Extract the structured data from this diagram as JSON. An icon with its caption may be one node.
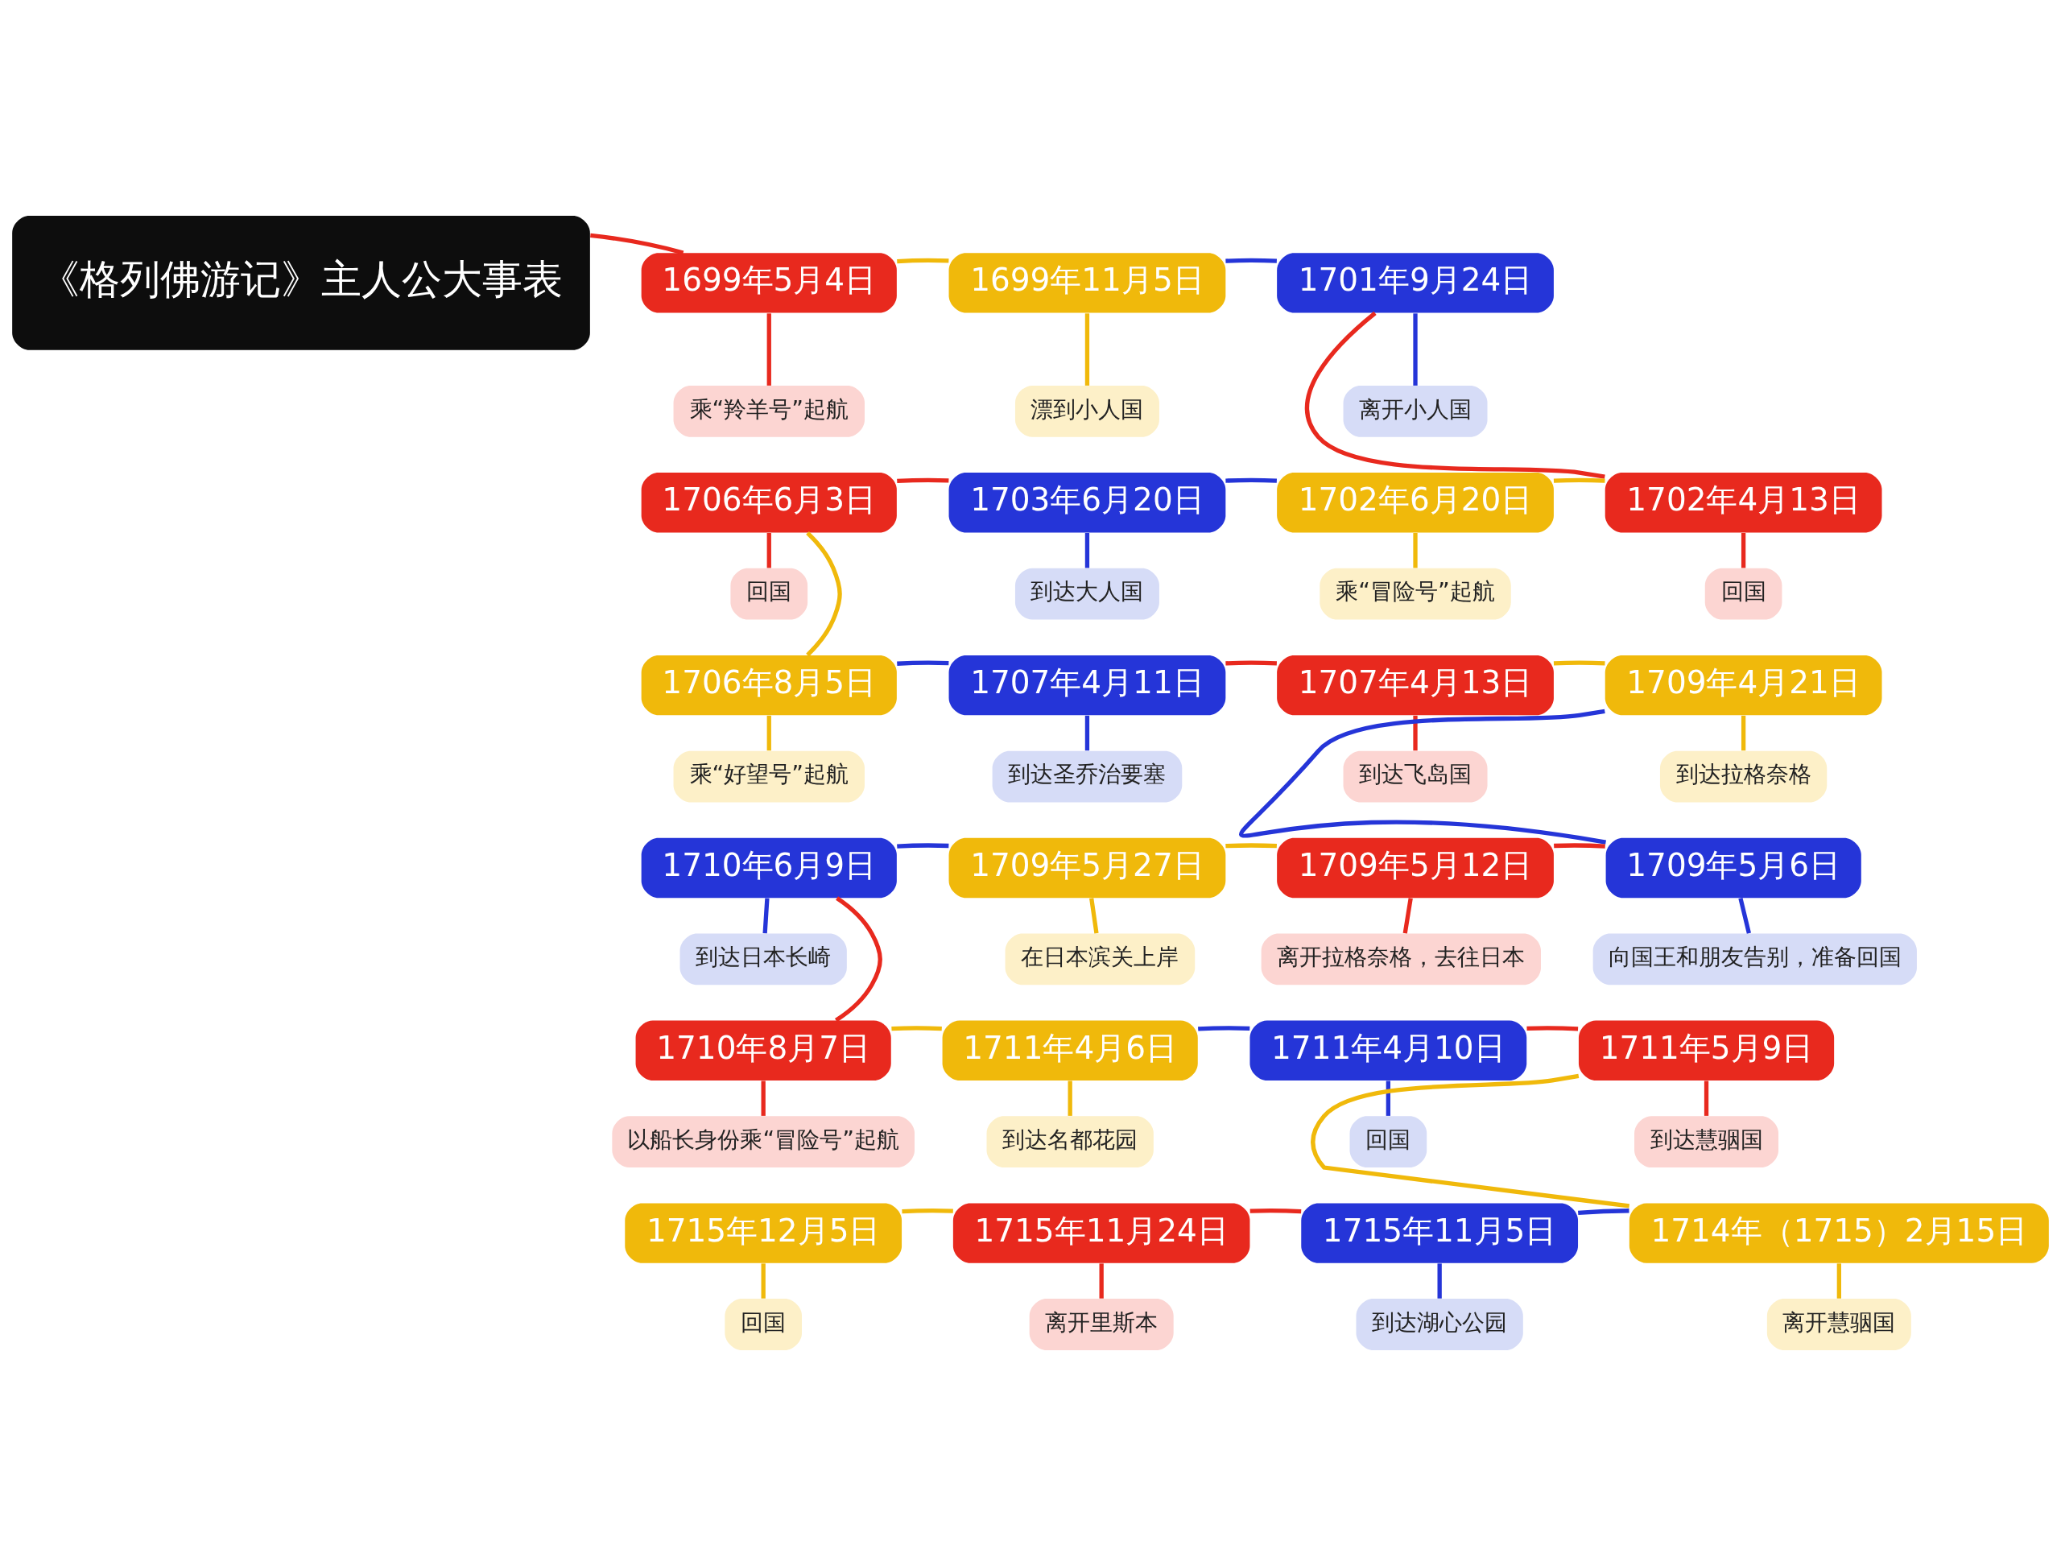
{
  "diagram": {
    "nodes": [
      {
        "text": [
          "《格列佛游记》主人公大事表"
        ]
      },
      {
        "text": [
          "1699年5月4日"
        ]
      },
      {
        "text": [
          "乘“羚羊号”起航"
        ]
      },
      {
        "text": [
          "1699年11月5日"
        ]
      },
      {
        "text": [
          "漂到小人国"
        ]
      },
      {
        "text": [
          "1701年9月24日"
        ]
      },
      {
        "text": [
          "离开小人国"
        ]
      },
      {
        "text": [
          "1702年4月13日"
        ]
      },
      {
        "text": [
          "回国"
        ]
      },
      {
        "text": [
          "1702年6月20日"
        ]
      },
      {
        "text": [
          "乘“冒险号”起航"
        ]
      },
      {
        "text": [
          "1703年6月20日"
        ]
      },
      {
        "text": [
          "到达大人国"
        ]
      },
      {
        "text": [
          "1706年6月3日"
        ]
      },
      {
        "text": [
          "回国"
        ]
      },
      {
        "text": [
          "1706年8月5日"
        ]
      },
      {
        "text": [
          "乘“好望号”起航"
        ]
      },
      {
        "text": [
          "1707年4月11日"
        ]
      },
      {
        "text": [
          "到达圣乔治要塞"
        ]
      },
      {
        "text": [
          "1707年4月13日"
        ]
      },
      {
        "text": [
          "到达飞岛国"
        ]
      },
      {
        "text": [
          "1709年4月21日"
        ]
      },
      {
        "text": [
          "到达拉格奈格"
        ]
      },
      {
        "text": [
          "1709年5月6日"
        ]
      },
      {
        "text": [
          "向国王和朋友告别，准备回国"
        ]
      },
      {
        "text": [
          "1709年5月12日"
        ]
      },
      {
        "text": [
          "离开拉格奈格，去往日本"
        ]
      },
      {
        "text": [
          "1709年5月27日"
        ]
      },
      {
        "text": [
          "在日本滨关上岸"
        ]
      },
      {
        "text": [
          "1710年6月9日"
        ]
      },
      {
        "text": [
          "到达日本长崎"
        ]
      },
      {
        "text": [
          "1710年8月7日"
        ]
      },
      {
        "text": [
          "以船长身份乘“冒险号”起航"
        ]
      },
      {
        "text": [
          "1711年4月6日"
        ]
      },
      {
        "text": [
          "到达名都花园"
        ]
      },
      {
        "text": [
          "1711年4月10日"
        ]
      },
      {
        "text": [
          "回国"
        ]
      },
      {
        "text": [
          "1711年5月9日"
        ]
      },
      {
        "text": [
          "到达慧骃国"
        ]
      },
      {
        "text": [
          "1714年（1715）2月15日"
        ]
      },
      {
        "text": [
          "离开慧骃国"
        ]
      },
      {
        "text": [
          "1715年11月5日"
        ]
      },
      {
        "text": [
          "到达湖心公园"
        ]
      },
      {
        "text": [
          "1715年11月24日"
        ]
      },
      {
        "text": [
          "离开里斯本"
        ]
      },
      {
        "text": [
          "1715年12月5日"
        ]
      },
      {
        "text": [
          "回国"
        ]
      }
    ],
    "edges": [
      {
        "from": 0,
        "to": 1,
        "arrow": "none",
        "color": "#e8291e"
      },
      {
        "from": 1,
        "to": 2,
        "arrow": "none",
        "color": "#e8291e"
      },
      {
        "from": 1,
        "to": 3,
        "arrow": "none",
        "color": "#f0b90b"
      },
      {
        "from": 3,
        "to": 4,
        "arrow": "none",
        "color": "#f0b90b"
      },
      {
        "from": 3,
        "to": 5,
        "arrow": "none",
        "color": "#2535d8"
      },
      {
        "from": 5,
        "to": 6,
        "arrow": "none",
        "color": "#2535d8"
      },
      {
        "from": 5,
        "to": 7,
        "arrow": "none",
        "color": "#e8291e"
      },
      {
        "from": 7,
        "to": 8,
        "arrow": "none",
        "color": "#e8291e"
      },
      {
        "from": 7,
        "to": 9,
        "arrow": "none",
        "color": "#f0b90b"
      },
      {
        "from": 9,
        "to": 10,
        "arrow": "none",
        "color": "#f0b90b"
      },
      {
        "from": 9,
        "to": 11,
        "arrow": "none",
        "color": "#2535d8"
      },
      {
        "from": 11,
        "to": 12,
        "arrow": "none",
        "color": "#2535d8"
      },
      {
        "from": 11,
        "to": 13,
        "arrow": "none",
        "color": "#e8291e"
      },
      {
        "from": 13,
        "to": 14,
        "arrow": "none",
        "color": "#e8291e"
      },
      {
        "from": 13,
        "to": 15,
        "arrow": "none",
        "color": "#f0b90b"
      },
      {
        "from": 15,
        "to": 16,
        "arrow": "none",
        "color": "#f0b90b"
      },
      {
        "from": 15,
        "to": 17,
        "arrow": "none",
        "color": "#2535d8"
      },
      {
        "from": 17,
        "to": 18,
        "arrow": "none",
        "color": "#2535d8"
      },
      {
        "from": 17,
        "to": 19,
        "arrow": "none",
        "color": "#e8291e"
      },
      {
        "from": 19,
        "to": 20,
        "arrow": "none",
        "color": "#e8291e"
      },
      {
        "from": 19,
        "to": 21,
        "arrow": "none",
        "color": "#f0b90b"
      },
      {
        "from": 21,
        "to": 22,
        "arrow": "none",
        "color": "#f0b90b"
      },
      {
        "from": 21,
        "to": 23,
        "arrow": "none",
        "color": "#2535d8"
      },
      {
        "from": 23,
        "to": 24,
        "arrow": "none",
        "color": "#2535d8"
      },
      {
        "from": 23,
        "to": 25,
        "arrow": "none",
        "color": "#e8291e"
      },
      {
        "from": 25,
        "to": 26,
        "arrow": "none",
        "color": "#e8291e"
      },
      {
        "from": 25,
        "to": 27,
        "arrow": "none",
        "color": "#f0b90b"
      },
      {
        "from": 27,
        "to": 28,
        "arrow": "none",
        "color": "#f0b90b"
      },
      {
        "from": 27,
        "to": 29,
        "arrow": "none",
        "color": "#2535d8"
      },
      {
        "from": 29,
        "to": 30,
        "arrow": "none",
        "color": "#2535d8"
      },
      {
        "from": 29,
        "to": 31,
        "arrow": "none",
        "color": "#e8291e"
      },
      {
        "from": 31,
        "to": 32,
        "arrow": "none",
        "color": "#e8291e"
      },
      {
        "from": 31,
        "to": 33,
        "arrow": "none",
        "color": "#f0b90b"
      },
      {
        "from": 33,
        "to": 34,
        "arrow": "none",
        "color": "#f0b90b"
      },
      {
        "from": 33,
        "to": 35,
        "arrow": "none",
        "color": "#2535d8"
      },
      {
        "from": 35,
        "to": 36,
        "arrow": "none",
        "color": "#2535d8"
      },
      {
        "from": 35,
        "to": 37,
        "arrow": "none",
        "color": "#e8291e"
      },
      {
        "from": 37,
        "to": 38,
        "arrow": "none",
        "color": "#e8291e"
      },
      {
        "from": 37,
        "to": 39,
        "arrow": "none",
        "color": "#f0b90b"
      },
      {
        "from": 39,
        "to": 40,
        "arrow": "none",
        "color": "#f0b90b"
      },
      {
        "from": 39,
        "to": 41,
        "arrow": "none",
        "color": "#2535d8"
      },
      {
        "from": 41,
        "to": 42,
        "arrow": "none",
        "color": "#2535d8"
      },
      {
        "from": 41,
        "to": 43,
        "arrow": "none",
        "color": "#e8291e"
      },
      {
        "from": 43,
        "to": 44,
        "arrow": "none",
        "color": "#e8291e"
      },
      {
        "from": 43,
        "to": 45,
        "arrow": "none",
        "color": "#f0b90b"
      },
      {
        "from": 45,
        "to": 46,
        "arrow": "none",
        "color": "#f0b90b"
      }
    ]
  }
}
